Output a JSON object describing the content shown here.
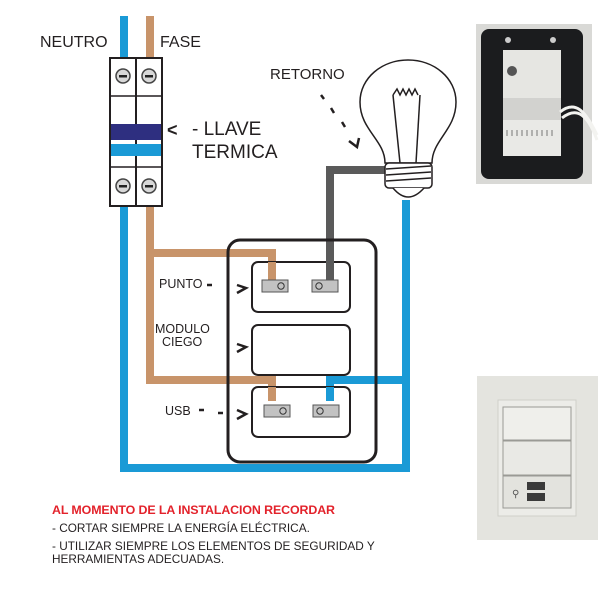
{
  "labels": {
    "neutral": "NEUTRO",
    "phase": "FASE",
    "breaker_line1": "- LLAVE",
    "breaker_line2": "TERMICA",
    "return": "RETORNO",
    "point": "PUNTO",
    "blank_module_line1": "MODULO",
    "blank_module_line2": "CIEGO",
    "usb": "USB"
  },
  "notes": {
    "title": "AL MOMENTO DE LA INSTALACION RECORDAR",
    "items": [
      "- CORTAR SIEMPRE LA ENERGÍA ELÉCTRICA.",
      "- UTILIZAR SIEMPRE LOS ELEMENTOS DE SEGURIDAD Y HERRAMIENTAS ADECUADAS."
    ]
  },
  "colors": {
    "neutral_wire": "#1a9ad6",
    "phase_wire": "#c8946a",
    "return_wire": "#5a5a5a",
    "breaker_handle": "#2e2f80",
    "warning_text": "#e3222b"
  },
  "photos": {
    "back_view": "module-back-photo",
    "front_view": "usb-switch-front-photo"
  }
}
